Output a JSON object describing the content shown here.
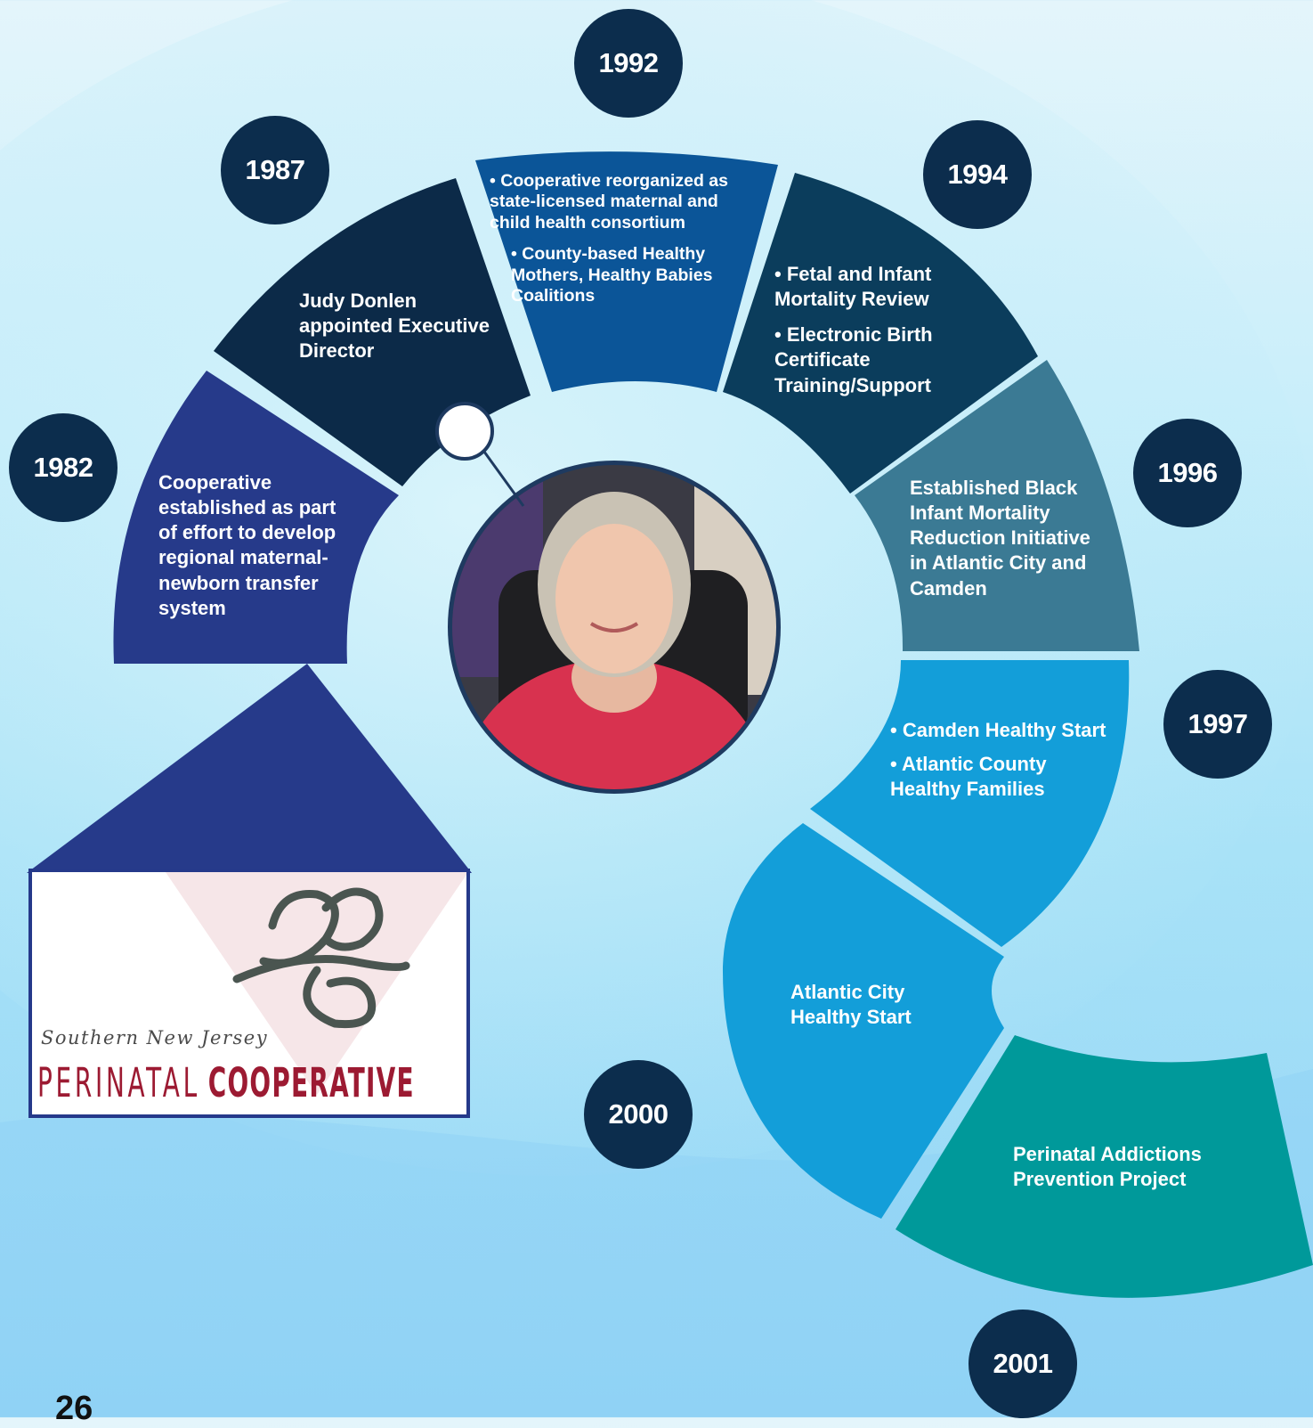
{
  "colors": {
    "y1982": "#263a8a",
    "y1987": "#0c2a48",
    "y1992": "#0b5598",
    "y1994": "#0b3d5c",
    "y1996": "#3b7a94",
    "y1997": "#139ed9",
    "y2000": "#139ed9",
    "y2001": "#00999a",
    "year_bubble": "#0c2d4d"
  },
  "years": {
    "y1982": "1982",
    "y1987": "1987",
    "y1992": "1992",
    "y1994": "1994",
    "y1996": "1996",
    "y1997": "1997",
    "y2000": "2000",
    "y2001": "2001"
  },
  "milestones": {
    "m1982": "Cooperative established as part of effort to develop regional maternal-newborn transfer system",
    "m1987": "Judy Donlen appointed Executive Director",
    "m1992_a": "• Cooperative reorganized as state-licensed maternal and child health consortium",
    "m1992_b": "• County-based Healthy Mothers, Healthy Babies Coalitions",
    "m1994_a": "• Fetal and Infant Mortality Review",
    "m1994_b": "• Electronic Birth Certificate Training/Support",
    "m1996": "Established Black Infant Mortality Reduction Initiative in Atlantic City and Camden",
    "m1997_a": "• Camden Healthy Start",
    "m1997_b": "• Atlantic County Healthy Families",
    "m2000": "Atlantic City Healthy Start",
    "m2001": "Perinatal Addictions Prevention Project"
  },
  "logo": {
    "subtitle": "Southern New Jersey",
    "title_part1": "PERINATAL",
    "title_part2": "COOPERATIVE"
  },
  "page_number": "26"
}
